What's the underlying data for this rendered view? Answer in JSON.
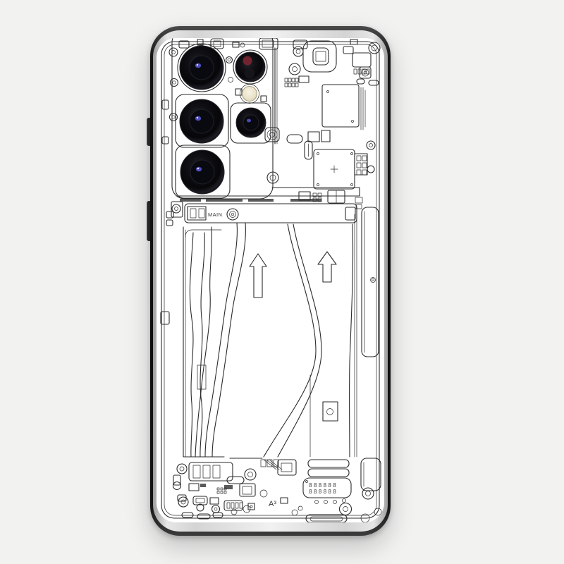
{
  "theme": {
    "page-bg": "#f2f2f1",
    "frame-color": "#151515",
    "metal-light": "#e6e6e6",
    "skin-color": "#ffffff",
    "line-color": "#2b2b2b",
    "button-color": "#2c2c2f",
    "lens-black": "#0a0a0d",
    "flash-color": "#ece6cf",
    "glint-blue": "#5c5cdb",
    "glint-red": "#7b2531"
  },
  "artwork": {
    "main_label": "MAIN",
    "chip_label": "A³",
    "segment_row1": "888888",
    "segment_row2": "888888",
    "lens_count": "5",
    "arrow_count": "2"
  }
}
